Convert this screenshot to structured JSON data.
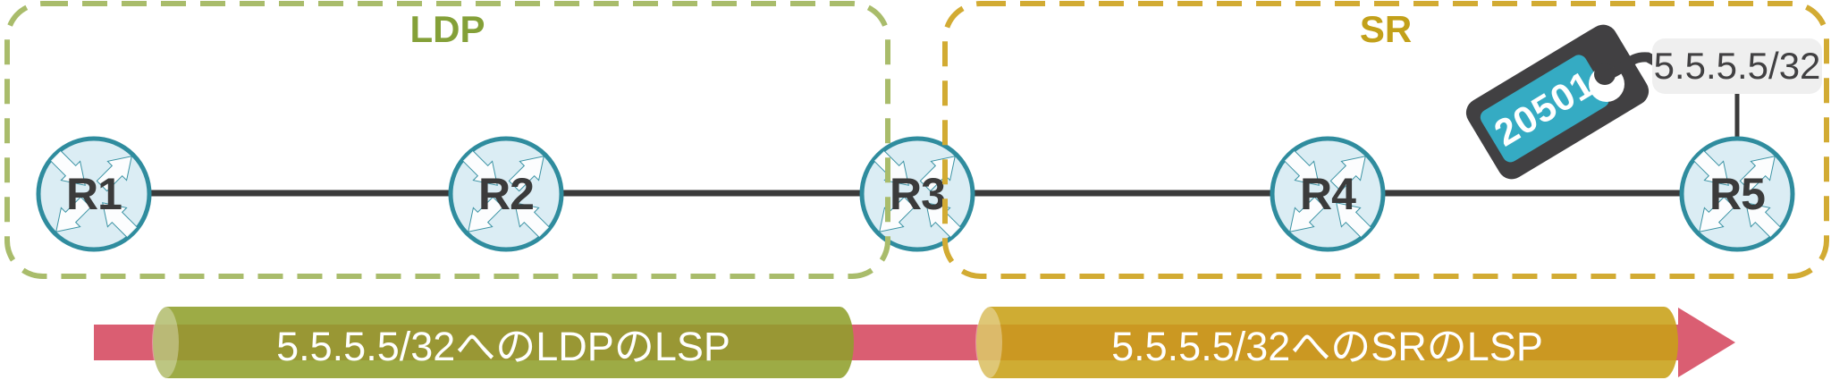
{
  "domains": [
    {
      "label": "LDP",
      "text_color": "#84A038",
      "border_color": "#A9BC6B"
    },
    {
      "label": "SR",
      "text_color": "#C2A019",
      "border_color": "#D2AB33"
    }
  ],
  "routers": [
    {
      "label": "R1"
    },
    {
      "label": "R2"
    },
    {
      "label": "R3"
    },
    {
      "label": "R4"
    },
    {
      "label": "R5"
    }
  ],
  "links": {
    "color": "#3B3B3B"
  },
  "router_style": {
    "fill": "#DBEDF4",
    "border": "#2F8C9E"
  },
  "sid_tag": {
    "value": "20501",
    "body_color": "#414042",
    "label_bg": "#35ABC3",
    "text_color": "#FFFFFF"
  },
  "prefix_callout": {
    "text": "5.5.5.5/32",
    "bg": "#EFEFEF",
    "text_color": "#414042"
  },
  "lsp_bars": [
    {
      "label": "5.5.5.5/32へのLDPのLSP",
      "fill": "rgba(143,159,43,0.88)"
    },
    {
      "label": "5.5.5.5/32へのSRのLSP",
      "fill": "rgba(200,161,23,0.88)"
    }
  ],
  "flow_arrow": {
    "color": "#DA5E72"
  }
}
